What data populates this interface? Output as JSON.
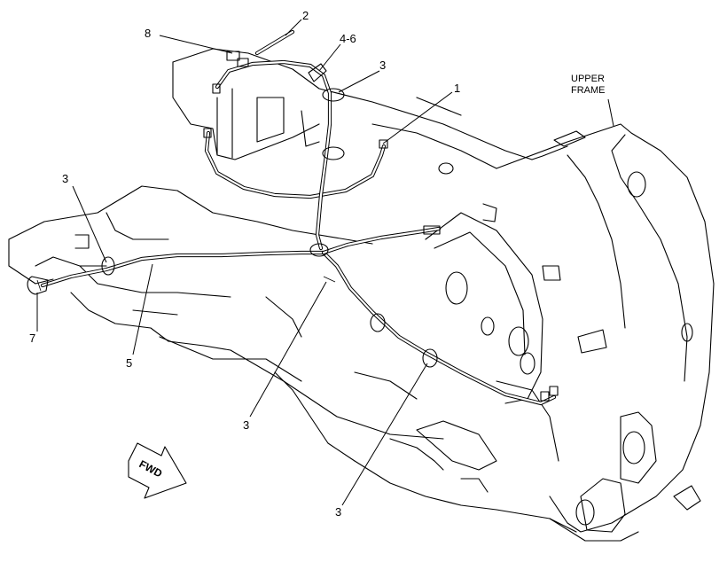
{
  "callouts": {
    "c1": "1",
    "c2": "2",
    "c3_top": "3",
    "c3_left": "3",
    "c3_bottom_left": "3",
    "c3_bottom": "3",
    "c46": "4-6",
    "c5": "5",
    "c7": "7",
    "c8": "8"
  },
  "frame_label": {
    "line1": "UPPER",
    "line2": "FRAME"
  },
  "direction_arrow": {
    "label": "FWD"
  },
  "colors": {
    "ink": "#000000",
    "paper": "#ffffff"
  }
}
